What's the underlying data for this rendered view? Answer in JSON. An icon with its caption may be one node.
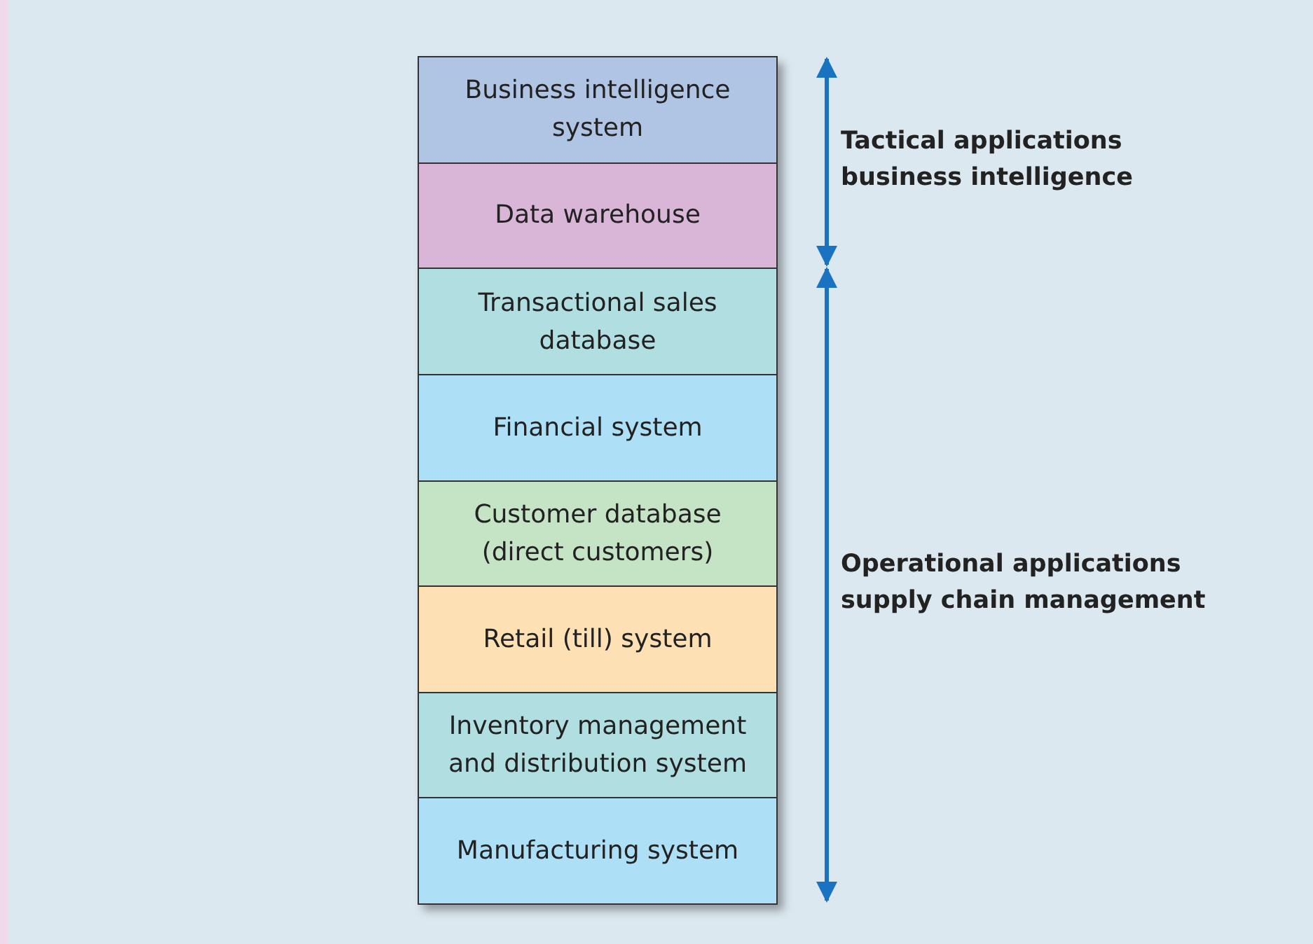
{
  "diagram": {
    "nodes": [
      {
        "text": [
          "Business intelligence system"
        ]
      },
      {
        "text": [
          "Data warehouse"
        ]
      },
      {
        "text": [
          "Transactional sales database"
        ]
      },
      {
        "text": [
          "Financial system"
        ]
      },
      {
        "text": [
          "Customer database (direct customers)"
        ]
      },
      {
        "text": [
          "Retail (till) system"
        ]
      },
      {
        "text": [
          "Inventory management and distribution system"
        ]
      },
      {
        "text": [
          "Manufacturing system"
        ]
      }
    ],
    "edges": [],
    "labels": [
      "Tactical applications business intelligence",
      "Operational applications supply chain management"
    ]
  }
}
